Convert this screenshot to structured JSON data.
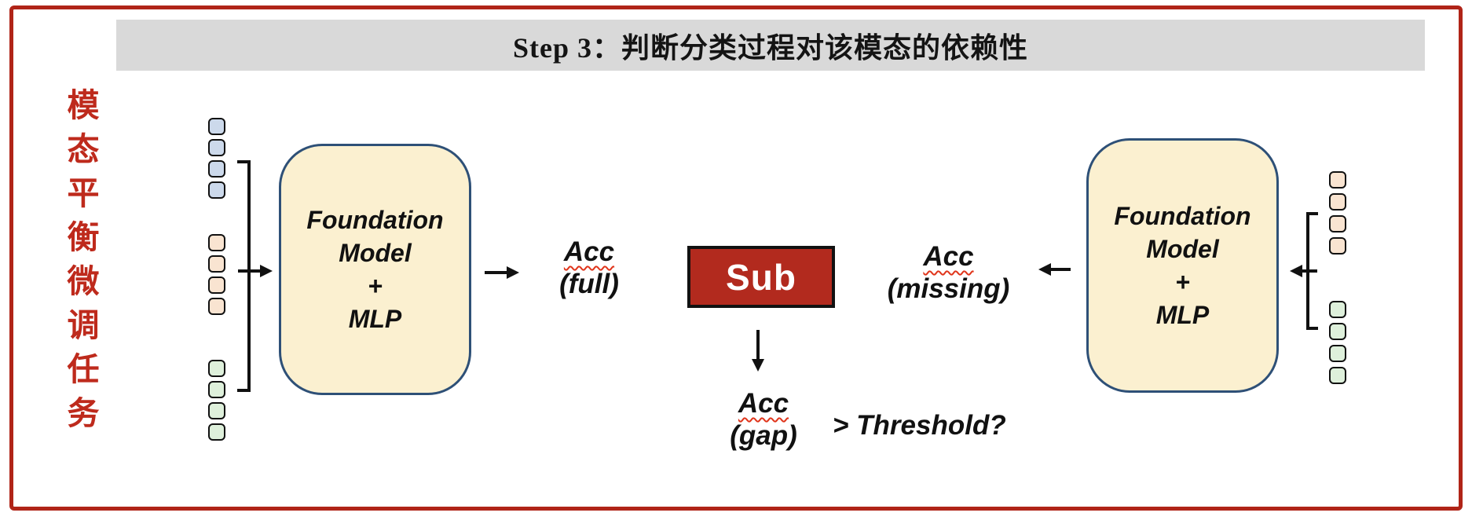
{
  "header": {
    "title": "Step 3：判断分类过程对该模态的依赖性"
  },
  "side_label": {
    "text": "模态平衡微调任务"
  },
  "model_box_left": {
    "lines": [
      "Foundation",
      "Model",
      "+",
      "MLP"
    ]
  },
  "model_box_right": {
    "lines": [
      "Foundation",
      "Model",
      "+",
      "MLP"
    ]
  },
  "sub_box": {
    "label": "Sub"
  },
  "labels": {
    "acc_full": {
      "word": "Acc",
      "qualifier": "(full)"
    },
    "acc_missing": {
      "word": "Acc",
      "qualifier": "(missing)"
    },
    "acc_gap": {
      "word": "Acc",
      "qualifier": "(gap)"
    },
    "threshold": "> Threshold?"
  },
  "tokens": {
    "left_groups": [
      {
        "name": "blue",
        "color": "#ccd9eb",
        "count": 4
      },
      {
        "name": "peach",
        "color": "#f9e4d1",
        "count": 4
      },
      {
        "name": "green",
        "color": "#def0db",
        "count": 4
      }
    ],
    "right_groups": [
      {
        "name": "peach",
        "color": "#f9e4d1",
        "count": 4
      },
      {
        "name": "green",
        "color": "#def0db",
        "count": 4
      }
    ]
  },
  "colors": {
    "frame_red": "#b02418",
    "side_label_red": "#be2a1c",
    "header_gray": "#d9d9d9",
    "model_box_fill": "#fbf0d0",
    "model_box_border": "#2e5077",
    "sub_fill": "#b22a1e",
    "token_blue": "#ccd9eb",
    "token_peach": "#f9e4d1",
    "token_green": "#def0db",
    "squiggle_red": "#e0351b",
    "arrow_black": "#111111"
  }
}
